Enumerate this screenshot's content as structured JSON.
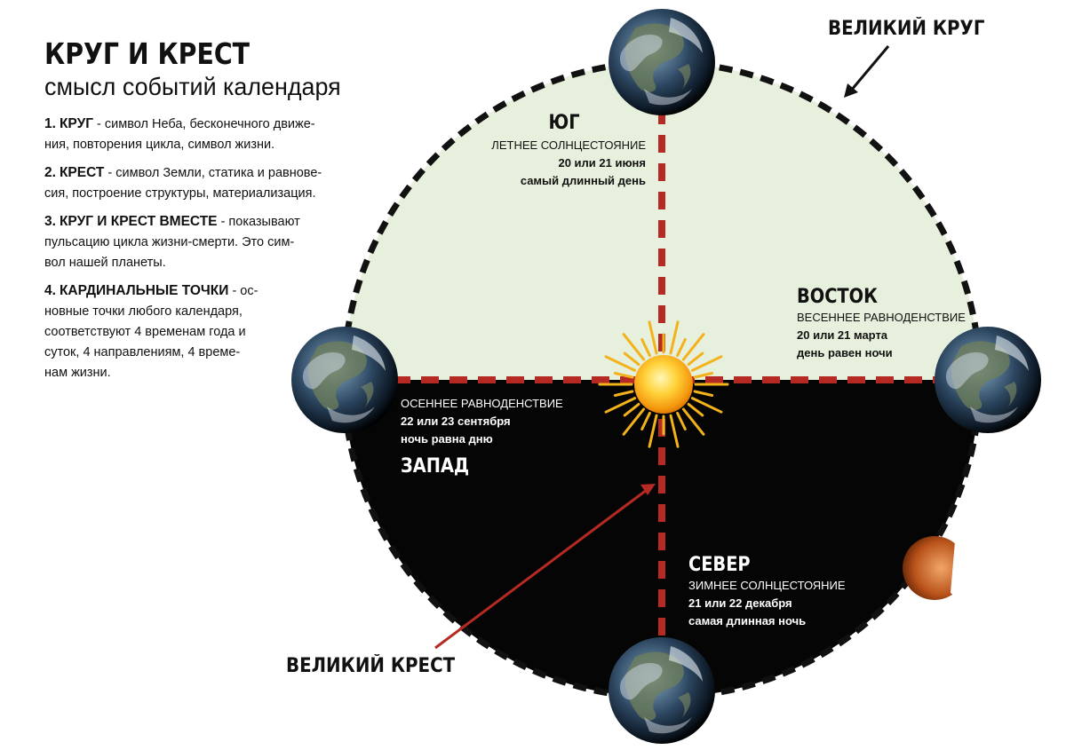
{
  "title": "КРУГ И КРЕСТ",
  "subtitle": "смысл событий календаря",
  "items": [
    {
      "num": "1.",
      "head": "КРУГ",
      "lines": [
        "- символ Неба, бесконечного движе-",
        "ния, повторения цикла, символ жизни."
      ]
    },
    {
      "num": "2.",
      "head": "КРЕСТ",
      "lines": [
        "- символ Земли, статика и равнове-",
        "сия,  построение структуры, материализация."
      ]
    },
    {
      "num": "3.",
      "head": "КРУГ И КРЕСТ ВМЕСТЕ",
      "lines": [
        "- показывают",
        "пульсацию цикла жизни-смерти. Это сим-",
        "вол нашей планеты."
      ]
    },
    {
      "num": "4.",
      "head": "КАРДИНАЛЬНЫЕ ТОЧКИ",
      "lines": [
        "- ос-",
        "новные точки любого календаря,",
        "соответствуют 4 временам года и",
        "суток, 4 направлениям, 4 време-",
        "нам жизни."
      ]
    }
  ],
  "callouts": {
    "great_circle": "ВЕЛИКИЙ КРУГ",
    "great_cross": "ВЕЛИКИЙ КРЕСТ"
  },
  "points": {
    "south": {
      "dir": "ЮГ",
      "event": "ЛЕТНЕЕ СОЛНЦЕСТОЯНИЕ",
      "date": "20 или 21 июня",
      "note": "самый длинный день"
    },
    "east": {
      "dir": "ВОСТОК",
      "event": "ВЕСЕННЕЕ РАВНОДЕНСТВИЕ",
      "date": "20 или 21 марта",
      "note": "день равен ночи"
    },
    "west": {
      "dir": "ЗАПАД",
      "event": "ОСЕННЕЕ РАВНОДЕНСТВИЕ",
      "date": "22 или 23 сентября",
      "note": "ночь равна дню"
    },
    "north": {
      "dir": "СЕВЕР",
      "event": "ЗИМНЕЕ СОЛНЦЕСТОЯНИЕ",
      "date": "21 или 22 декабря",
      "note": "самая длинная ночь"
    }
  },
  "colors": {
    "day_fill": "#e6f0dc",
    "night_fill": "#050505",
    "cross": "#b52a22",
    "circle_border": "#111111",
    "pointer_arrow": "#b52a22"
  },
  "icons": {
    "planet": "earth-globe-icon",
    "sun": "sun-icon"
  }
}
